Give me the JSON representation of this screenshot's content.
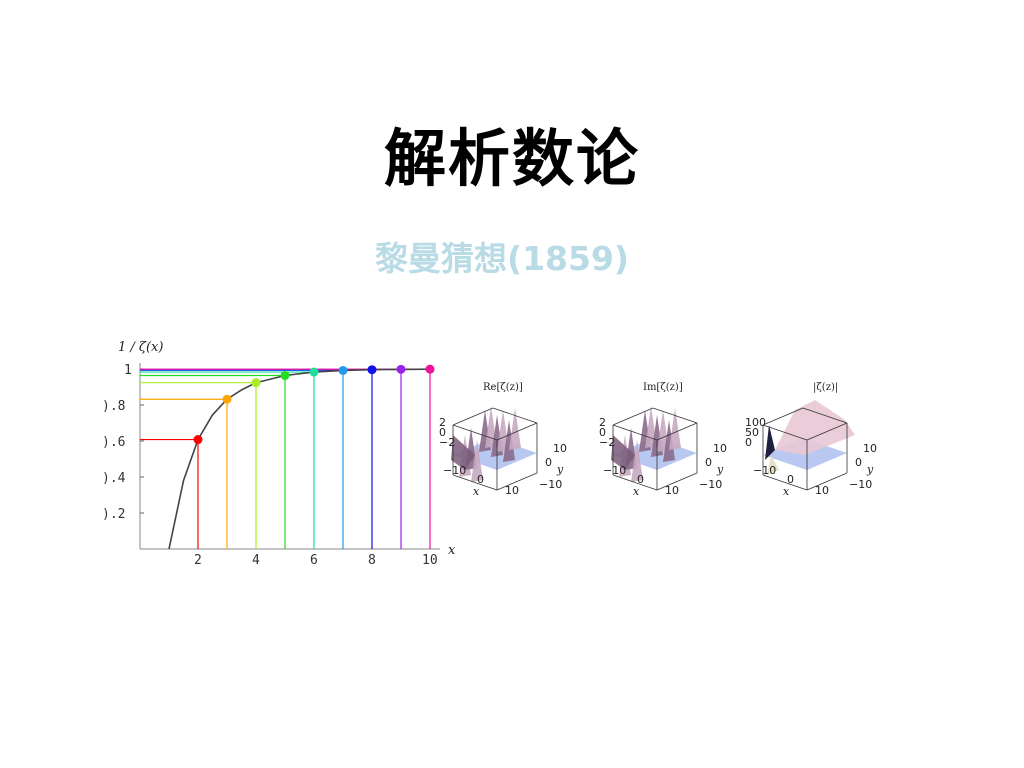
{
  "slide": {
    "title": "解析数论",
    "subtitle": "黎曼猜想(1859)"
  },
  "chart_data": [
    {
      "type": "line",
      "title": "",
      "xlabel": "x",
      "ylabel": "1 / ζ(x)",
      "xlim": [
        0,
        10
      ],
      "ylim": [
        0,
        1
      ],
      "x_ticks": [
        "2",
        "4",
        "6",
        "8",
        "10"
      ],
      "y_ticks": [
        "0.2",
        "0.4",
        "0.6",
        "0.8",
        "1"
      ],
      "grid": false,
      "curve": {
        "x": [
          1,
          1.5,
          2,
          2.5,
          3,
          3.5,
          4,
          5,
          6,
          7,
          8,
          9,
          10
        ],
        "y": [
          0,
          0.38,
          0.608,
          0.745,
          0.832,
          0.884,
          0.924,
          0.964,
          0.983,
          0.992,
          0.996,
          0.998,
          0.999
        ]
      },
      "points": [
        {
          "x": 2,
          "y": 0.608,
          "color": "#ff0000"
        },
        {
          "x": 3,
          "y": 0.832,
          "color": "#ffa500"
        },
        {
          "x": 4,
          "y": 0.924,
          "color": "#aaee22"
        },
        {
          "x": 5,
          "y": 0.964,
          "color": "#22dd22"
        },
        {
          "x": 6,
          "y": 0.983,
          "color": "#22dd99"
        },
        {
          "x": 7,
          "y": 0.992,
          "color": "#2299ee"
        },
        {
          "x": 8,
          "y": 0.996,
          "color": "#1111ee"
        },
        {
          "x": 9,
          "y": 0.998,
          "color": "#9922ee"
        },
        {
          "x": 10,
          "y": 0.999,
          "color": "#ee1199"
        }
      ]
    },
    {
      "type": "surface-3d",
      "title": "Re[ζ(z)]",
      "z_ticks": [
        "2",
        "0",
        "−2"
      ],
      "x_ticks": [
        "−10",
        "0",
        "10"
      ],
      "y_ticks": [
        "10",
        "0",
        "−10"
      ],
      "xlabel": "x",
      "ylabel": "y"
    },
    {
      "type": "surface-3d",
      "title": "Im[ζ(z)]",
      "z_ticks": [
        "2",
        "0",
        "−2"
      ],
      "x_ticks": [
        "−10",
        "0",
        "10"
      ],
      "y_ticks": [
        "10",
        "0",
        "−10"
      ],
      "xlabel": "x",
      "ylabel": "y"
    },
    {
      "type": "surface-3d",
      "title": "|ζ(z)|",
      "z_ticks": [
        "100",
        "50",
        "0"
      ],
      "x_ticks": [
        "−10",
        "0",
        "10"
      ],
      "y_ticks": [
        "10",
        "0",
        "−10"
      ],
      "xlabel": "x",
      "ylabel": "y"
    }
  ]
}
